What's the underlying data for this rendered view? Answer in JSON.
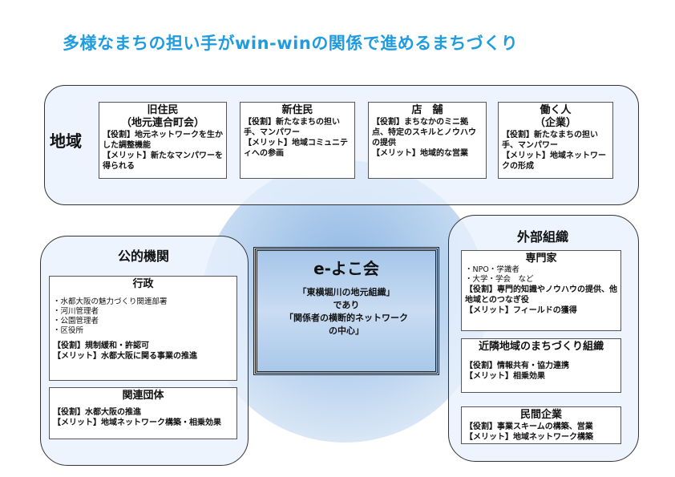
{
  "title": "多様なまちの担い手がwin-winの関係で進めるまちづくり",
  "colors": {
    "title": "#1f9ce0",
    "panel_fill": "#e8f1fc",
    "circle": "#8fb8e3"
  },
  "region": {
    "label": "地域",
    "boxes": [
      {
        "heading": "旧住民",
        "subheading": "（地元連合町会）",
        "lines": [
          "【役割】地元ネットワークを生かした調整機能",
          "【メリット】新たなマンパワーを得られる"
        ]
      },
      {
        "heading": "新住民",
        "lines": [
          "【役割】新たなまちの担い手、マンパワー",
          "【メリット】地域コミュニティへの参画"
        ]
      },
      {
        "heading": "店　舗",
        "lines": [
          "【役割】まちなかのミニ拠点、特定のスキルとノウハウの提供",
          "【メリット】地域的な営業"
        ]
      },
      {
        "heading": "働く人",
        "subheading": "（企業）",
        "lines": [
          "【役割】新たなまちの担い手、マンパワー",
          "【メリット】地域ネットワークの形成"
        ]
      }
    ]
  },
  "public": {
    "title": "公的機関",
    "admin": {
      "heading": "行政",
      "items": [
        "・水都大阪の魅力づくり関連部署",
        "・河川管理者",
        "・公園管理者",
        "・区役所"
      ],
      "lines": [
        "【役割】規制緩和・許認可",
        "【メリット】水都大阪に関る事業の推進"
      ]
    },
    "related": {
      "heading": "関連団体",
      "lines": [
        "【役割】水都大阪の推進",
        "【メリット】地域ネットワーク構築・相乗効果"
      ]
    }
  },
  "center": {
    "title": "e-よこ会",
    "lines": [
      "「東横堀川の地元組織」",
      "であり",
      "「関係者の横断的ネットワーク",
      "の中心」"
    ]
  },
  "external": {
    "title": "外部組織",
    "experts": {
      "heading": "専門家",
      "items": [
        "・NPO・学識者",
        "・大学・学会　など"
      ],
      "lines": [
        "【役割】専門的知識やノウハウの提供、他地域とのつなぎ役",
        "【メリット】フィールドの獲得"
      ]
    },
    "neighbors": {
      "heading": "近隣地域のまちづくり組織",
      "lines": [
        "【役割】情報共有・協力連携",
        "【メリット】相乗効果"
      ]
    },
    "private": {
      "heading": "民間企業",
      "lines": [
        "【役割】事業スキームの構築、営業",
        "【メリット】地域ネットワーク構築"
      ]
    }
  }
}
